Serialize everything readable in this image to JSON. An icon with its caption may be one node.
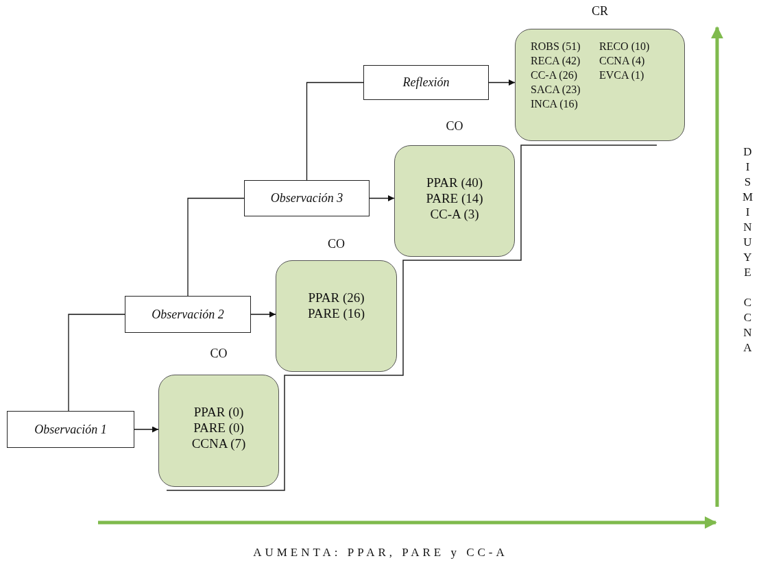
{
  "diagram": {
    "nodes": [
      {
        "text": [
          "Observación 1"
        ]
      },
      {
        "text": [
          "CO",
          "PPAR (0) PARE (0) CCNA (7)"
        ]
      },
      {
        "text": [
          "Observación 2"
        ]
      },
      {
        "text": [
          "CO",
          "PPAR (26) PARE (16)"
        ]
      },
      {
        "text": [
          "Observación 3"
        ]
      },
      {
        "text": [
          "CO",
          "PPAR (40) PARE (14) CC-A (3)"
        ]
      },
      {
        "text": [
          "Reflexión"
        ]
      },
      {
        "text": [
          "CR",
          "ROBS (51) RECA (42) CC-A (26) SACA (23) INCA (16)",
          "RECO (10) CCNA (4) EVCA (1)"
        ]
      }
    ],
    "edges": [
      {
        "from": 0,
        "to": 1,
        "arrow": "to"
      },
      {
        "from": 0,
        "to": 2,
        "arrow": "none"
      },
      {
        "from": 2,
        "to": 3,
        "arrow": "to"
      },
      {
        "from": 2,
        "to": 4,
        "arrow": "none"
      },
      {
        "from": 4,
        "to": 5,
        "arrow": "to"
      },
      {
        "from": 4,
        "to": 6,
        "arrow": "none"
      },
      {
        "from": 6,
        "to": 7,
        "arrow": "to"
      }
    ],
    "labels": [
      "DISMINUYE CCNA",
      "AUMENTA: PPAR, PARE y CC-A"
    ]
  }
}
